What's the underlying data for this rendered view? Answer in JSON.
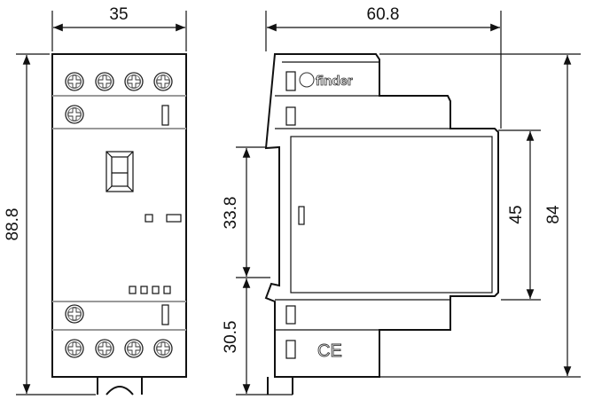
{
  "diagram": {
    "front_view": {
      "width_label": "35",
      "height_label": "88.8"
    },
    "side_view": {
      "depth_label": "60.8",
      "upper_rail_label": "33.8",
      "lower_rail_label": "30.5",
      "cover_height_label": "45",
      "total_height_label": "84",
      "brand_logo": "finder",
      "mark": "CE"
    }
  }
}
